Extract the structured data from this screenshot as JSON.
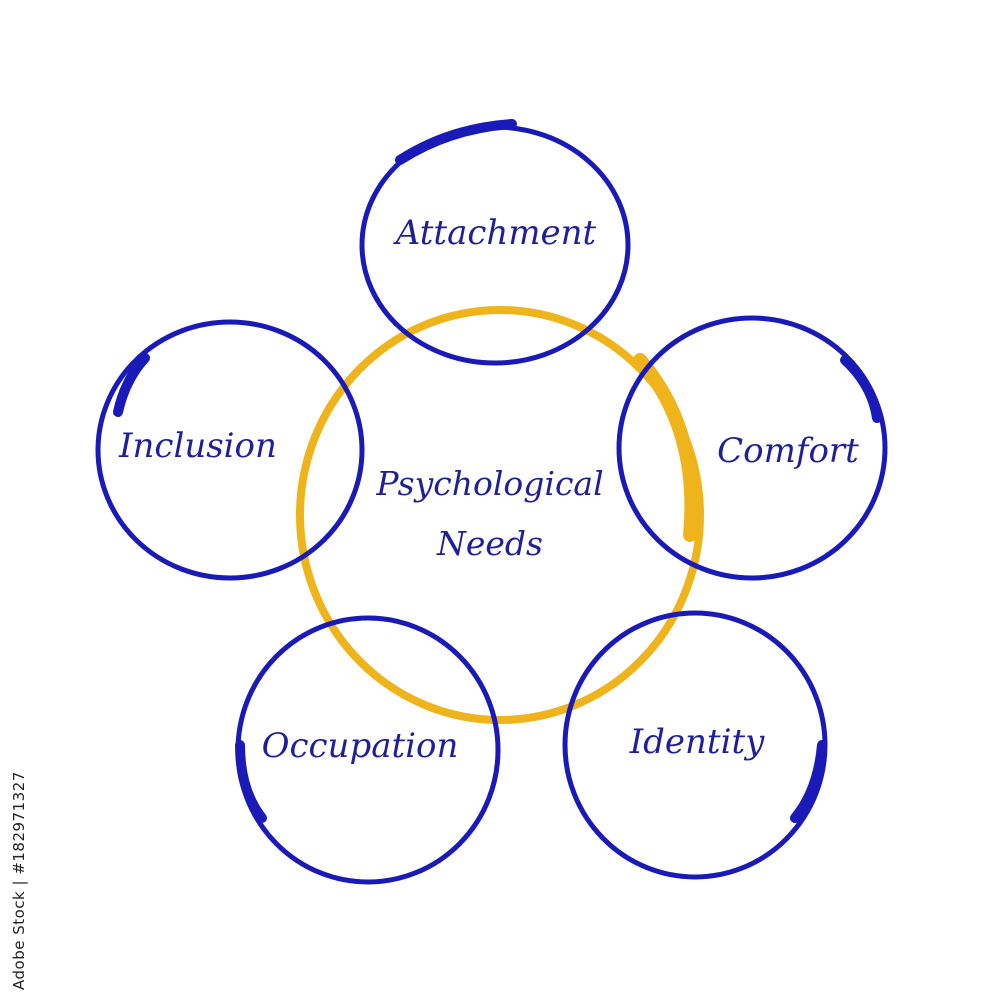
{
  "diagram": {
    "center": "Psychological Needs",
    "center_lines": [
      "Psychological",
      "Needs"
    ],
    "nodes": [
      {
        "id": "attachment",
        "label": "Attachment"
      },
      {
        "id": "comfort",
        "label": "Comfort"
      },
      {
        "id": "identity",
        "label": "Identity"
      },
      {
        "id": "occupation",
        "label": "Occupation"
      },
      {
        "id": "inclusion",
        "label": "Inclusion"
      }
    ],
    "colors": {
      "node_ring": "#1a1ab8",
      "center_ring": "#efb31b",
      "text": "#1f1f9a"
    }
  },
  "watermark": {
    "stock_id": "Adobe Stock | #182971327"
  }
}
